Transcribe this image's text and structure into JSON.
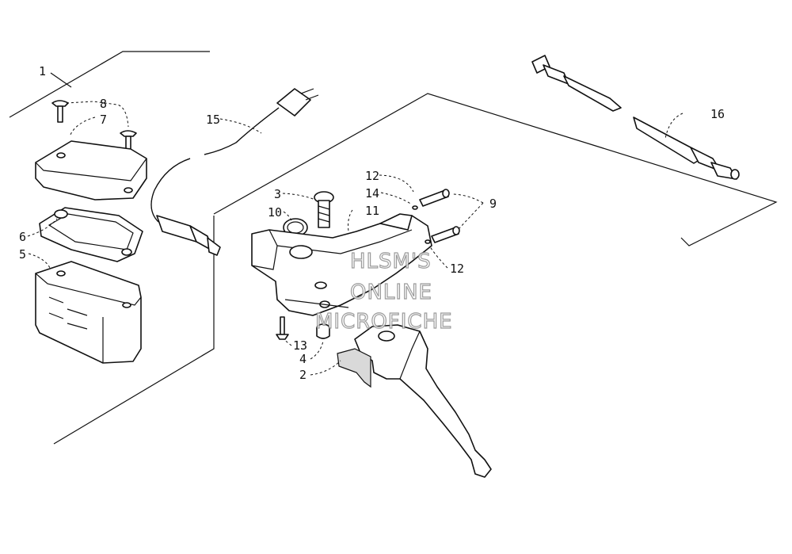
{
  "callouts": {
    "c1": "1",
    "c2": "2",
    "c3": "3",
    "c4": "4",
    "c5": "5",
    "c6": "6",
    "c7": "7",
    "c8": "8",
    "c9": "9",
    "c10": "10",
    "c11": "11",
    "c12a": "12",
    "c12b": "12",
    "c13": "13",
    "c14": "14",
    "c15": "15",
    "c16": "16"
  },
  "watermark": {
    "line1": "HLSM'S",
    "line2": "ONLINE",
    "line3": "MICROFICHE"
  }
}
